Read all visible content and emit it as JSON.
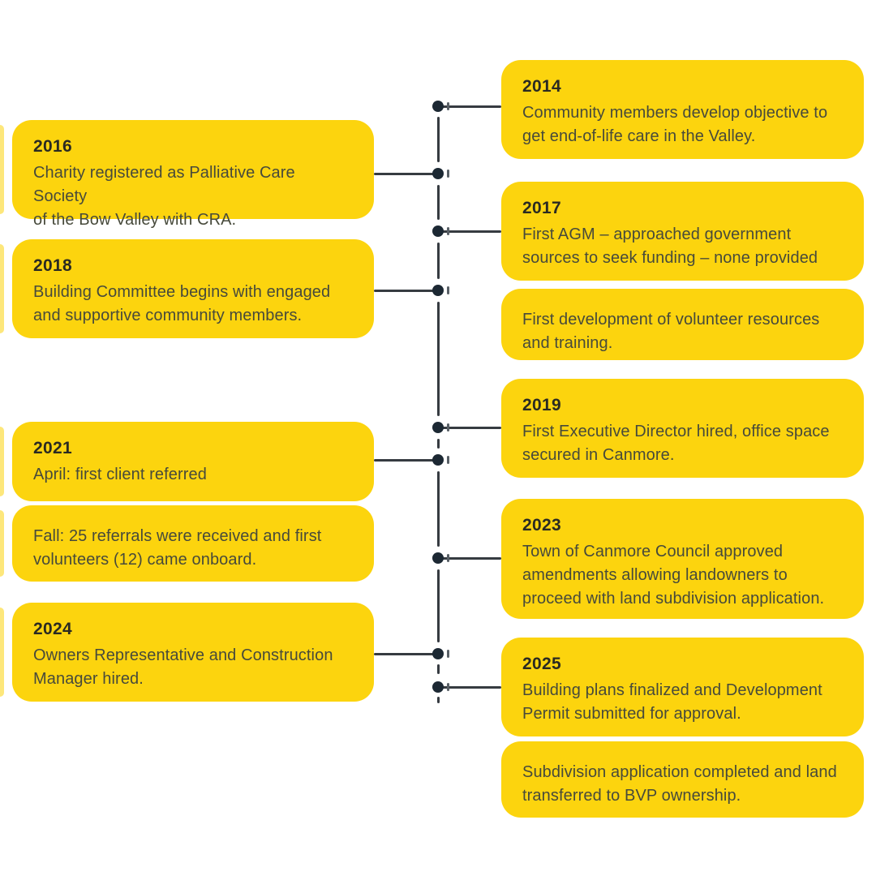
{
  "page": {
    "background": "#FFFFFF",
    "description": "Vertical timeline infographic with yellow event cards on both sides of a central line"
  },
  "timeline": {
    "colors": {
      "card_yellow": "#FCD40E",
      "dot": "#1C2833",
      "line": "#363B41",
      "tick": "#585F66",
      "year_text": "#2A2A22",
      "body_text": "#474A3B"
    },
    "left_events": [
      {
        "year": "2016",
        "text": "Charity registered as Palliative Care Society\nof the Bow Valley with CRA."
      },
      {
        "year": "2018",
        "text": "Building Committee begins with engaged\nand supportive community members."
      },
      {
        "year": "2021",
        "text": "April: first client referred"
      },
      {
        "year": "",
        "text": "Fall: 25 referrals were received and first\nvolunteers (12) came onboard."
      },
      {
        "year": "2024",
        "text": "Owners Representative and Construction\nManager hired."
      }
    ],
    "right_events": [
      {
        "year": "2014",
        "text": "Community members develop objective to\nget end-of-life care in the Valley."
      },
      {
        "year": "2017",
        "text": "First AGM – approached government\nsources to seek funding – none provided"
      },
      {
        "year": "",
        "text": "First development of volunteer resources\nand training."
      },
      {
        "year": "2019",
        "text": "First Executive Director hired, office space\nsecured in Canmore."
      },
      {
        "year": "2023",
        "text": "Town of Canmore Council approved\namendments allowing landowners to\nproceed with land subdivision application."
      },
      {
        "year": "2025",
        "text": "Building plans finalized and Development\nPermit submitted for approval."
      },
      {
        "year": "",
        "text": "Subdivision application completed and land\ntransferred to BVP ownership."
      }
    ]
  }
}
